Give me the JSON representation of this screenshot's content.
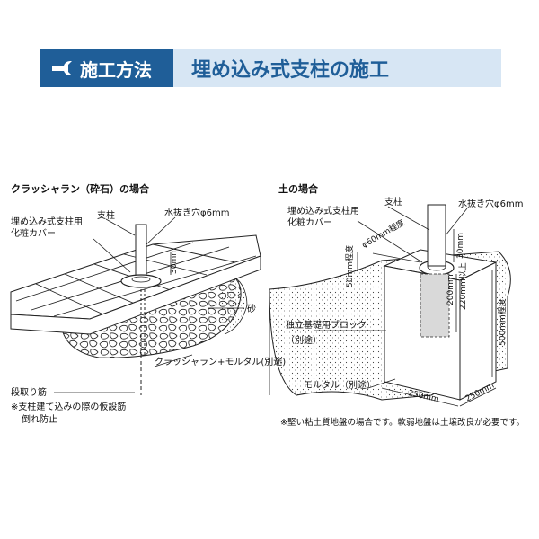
{
  "header": {
    "badge_label": "施工方法",
    "title": "埋め込み式支柱の施工",
    "colors": {
      "badge": "#1f5e98",
      "band": "#d7e6f4"
    }
  },
  "left": {
    "heading": "クラッシャラン（砕石）の場合",
    "cover_label_1": "埋め込み式支柱用",
    "cover_label_2": "化粧カバー",
    "post_label": "支柱",
    "drain_label": "水抜き穴φ6mm",
    "depth_30": "30mm",
    "sand_label": "砂",
    "crusher_label": "クラッシャラン+モルタル(別途)",
    "rebar_label": "段取り筋",
    "note_1": "※支柱建て込みの際の仮設筋",
    "note_2": "倒れ防止"
  },
  "right": {
    "heading": "土の場合",
    "cover_label_1": "埋め込み式支柱用",
    "cover_label_2": "化粧カバー",
    "post_label": "支柱",
    "drain_label": "水抜き穴φ6mm",
    "depth_30": "30mm",
    "depth_50": "50mm程度",
    "dia_label": "φ60mm程度",
    "len_200": "200mm",
    "len_220": "220mm以上",
    "len_500": "500mm程度",
    "block_label": "独立基礎用ブロック",
    "block_sub": "（別途）",
    "mortar_label": "モルタル（別途）",
    "w1": "250mm",
    "w2": "250mm",
    "note": "※堅い粘土質地盤の場合です。軟弱地盤は土壌改良が必要です。"
  }
}
